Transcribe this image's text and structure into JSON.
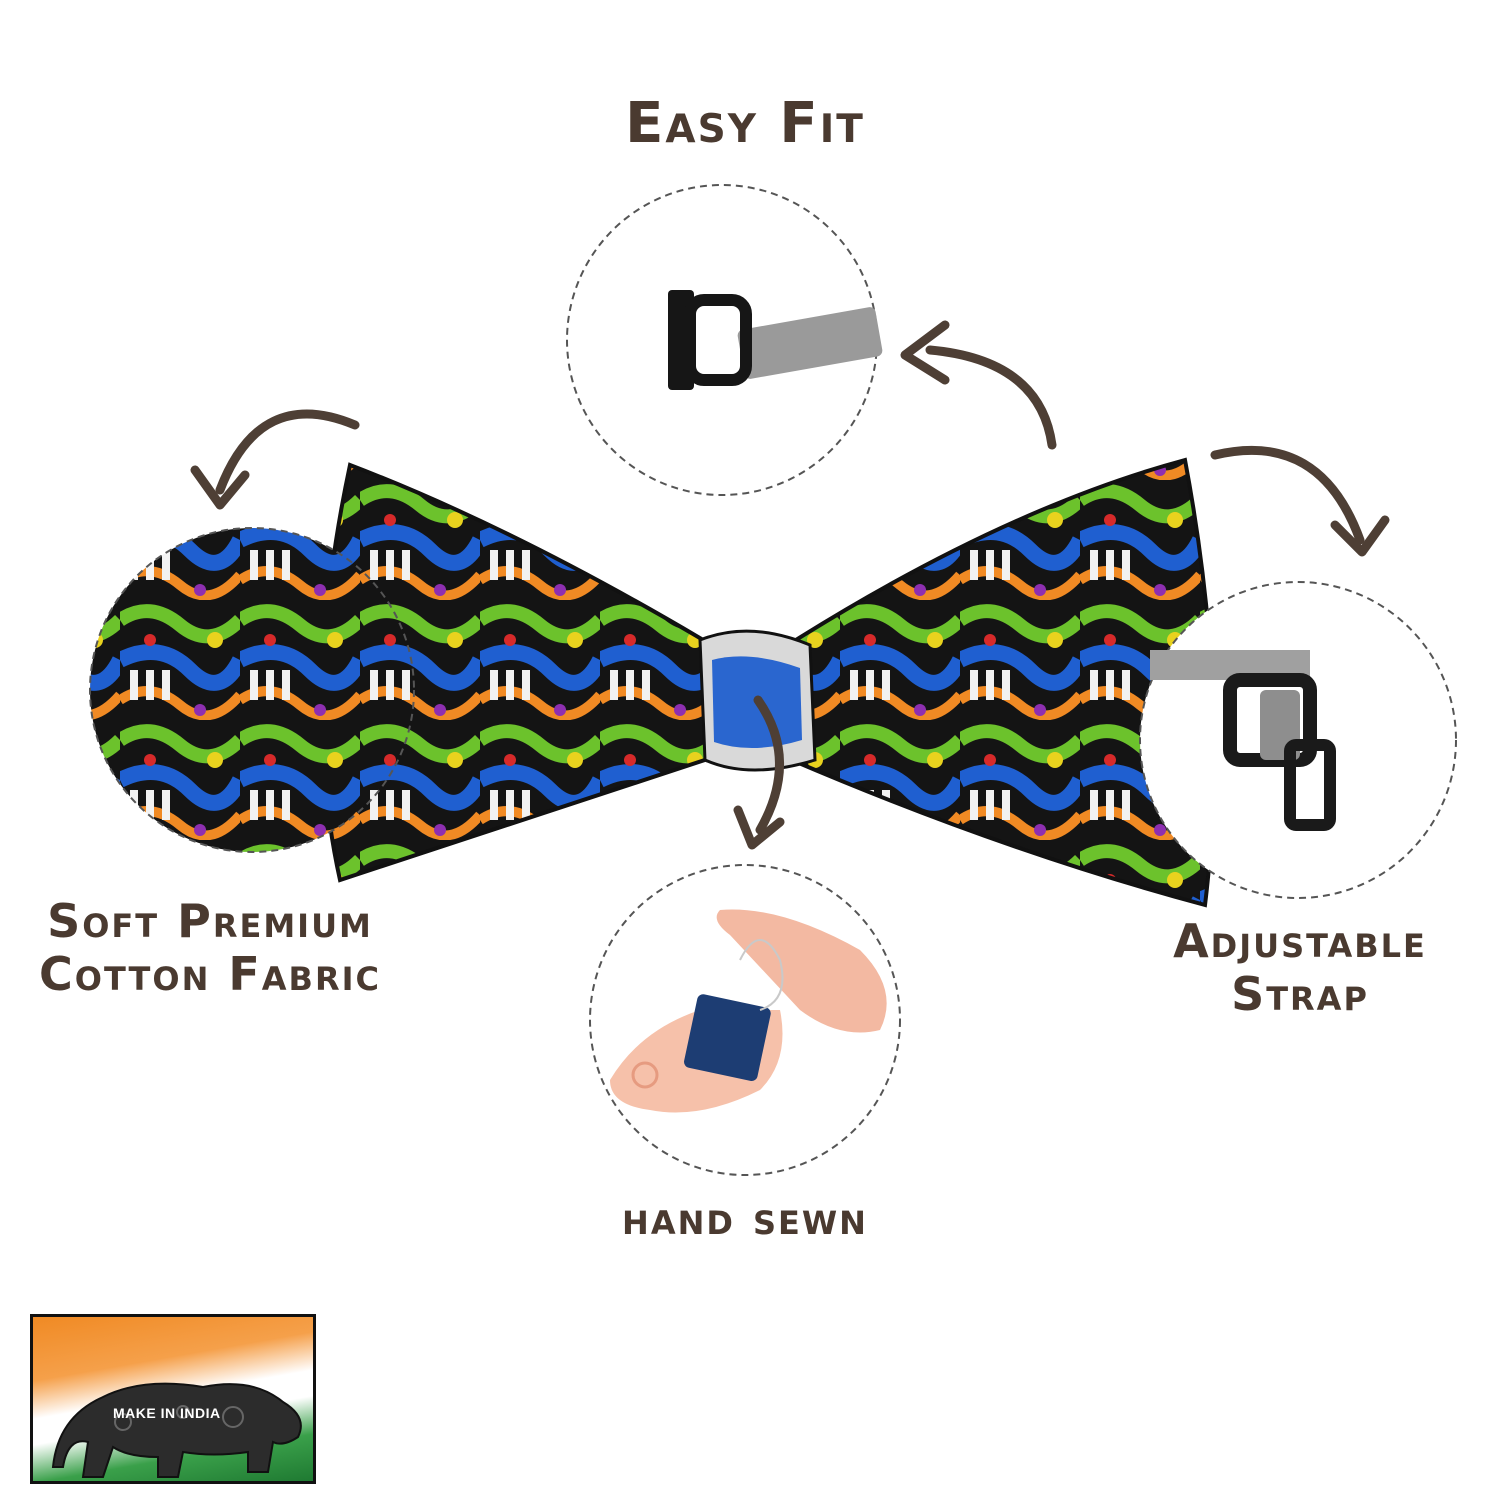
{
  "features": {
    "easy_fit": "Easy Fit",
    "soft_line1": "Soft Premium",
    "soft_line2": "Cotton Fabric",
    "adjust_line1": "Adjustable",
    "adjust_line2": "Strap",
    "hand_sewn": "hand sewn"
  },
  "badge": {
    "text": "MAKE IN INDIA"
  },
  "colors": {
    "label_brown": "#4a3a30",
    "arrow_brown": "#4e3f35",
    "flag_saffron": "#f08a24",
    "flag_green": "#1f7a32"
  }
}
